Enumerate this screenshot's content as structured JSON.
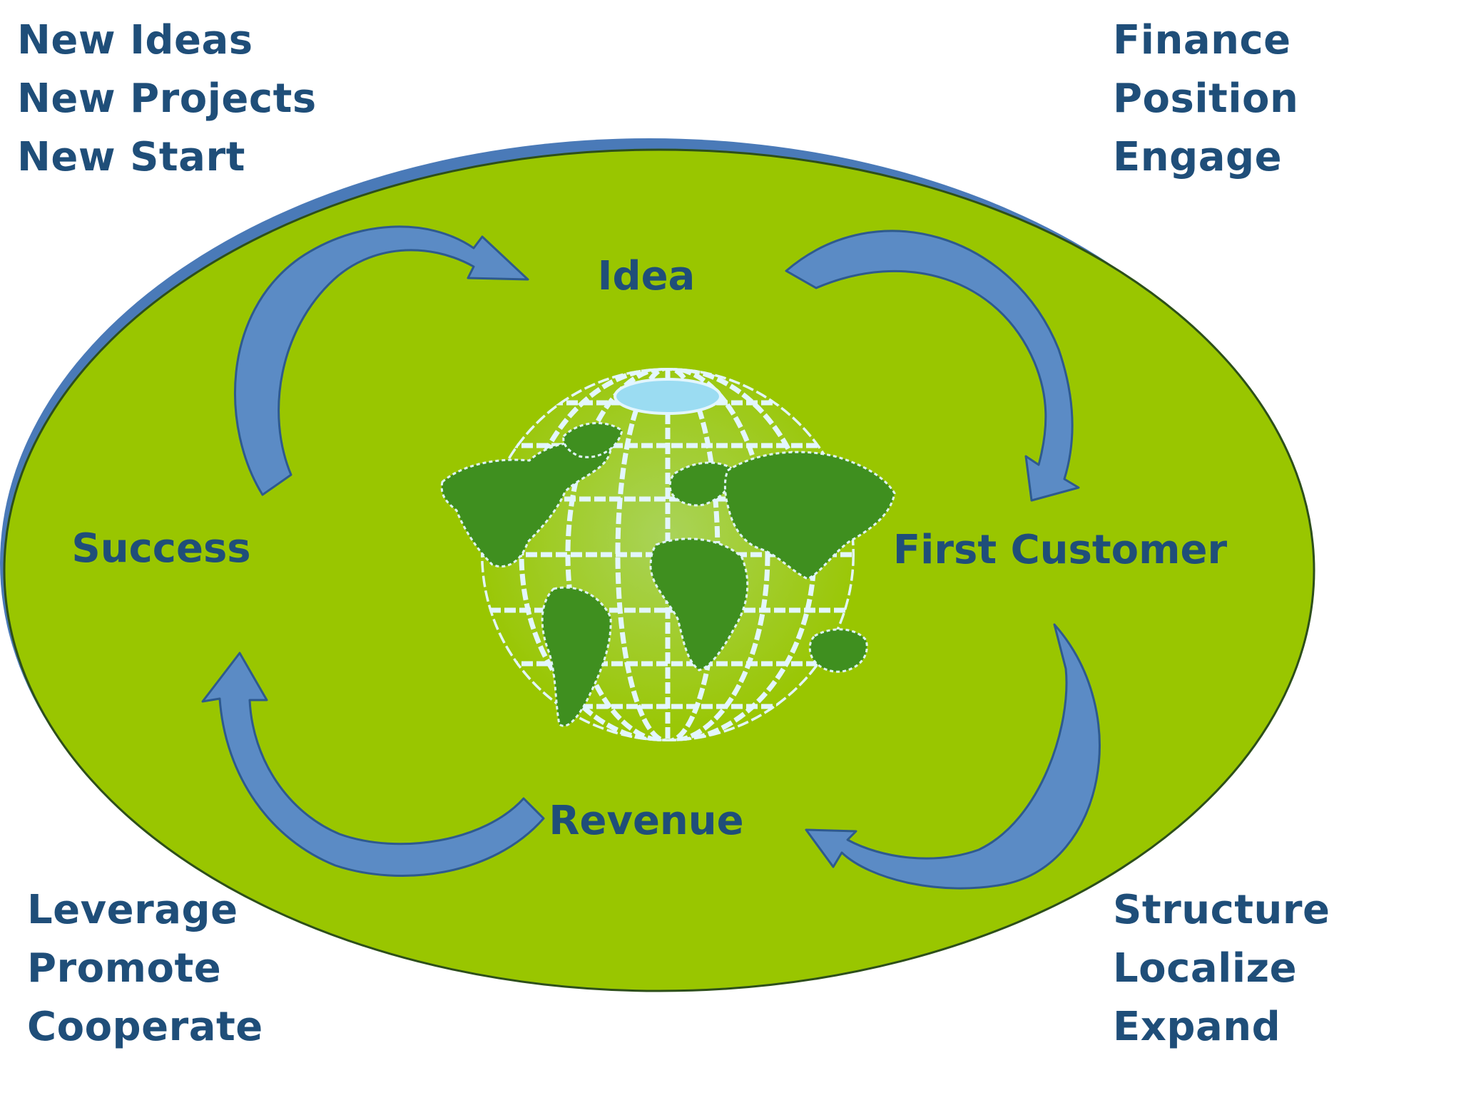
{
  "corners": {
    "top_left": [
      "New Ideas",
      "New Projects",
      "New Start"
    ],
    "top_right": [
      "Finance",
      "Position",
      "Engage"
    ],
    "bottom_left": [
      "Leverage",
      "Promote",
      "Cooperate"
    ],
    "bottom_right": [
      "Structure",
      "Localize",
      "Expand"
    ]
  },
  "cycle": {
    "idea": "Idea",
    "first_customer": "First Customer",
    "revenue": "Revenue",
    "success": "Success"
  },
  "colors": {
    "text": "#1f4e79",
    "ellipse_fill": "#99c600",
    "ellipse_shadow": "#4a7ab8",
    "arrow_fill": "#5b8bc5",
    "arrow_stroke": "#2e5a8e",
    "continent": "#3f8f1f",
    "globe_grid": "#dff4ff"
  },
  "icons": {
    "center": "globe-icon",
    "arrows": "curved-arrow-icon"
  }
}
